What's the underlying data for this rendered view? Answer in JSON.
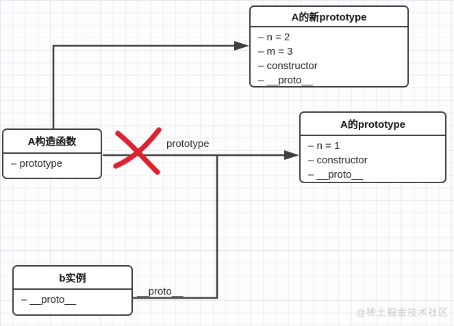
{
  "boxes": {
    "new_prototype": {
      "title": "A的新prototype",
      "items": [
        "– n = 2",
        "– m = 3",
        "– constructor",
        "– __proto__"
      ]
    },
    "prototype": {
      "title": "A的prototype",
      "items": [
        "– n = 1",
        "– constructor",
        "– __proto__"
      ]
    },
    "constructor_fn": {
      "title": "A构造函数",
      "items": [
        "– prototype"
      ]
    },
    "instance_b": {
      "title": "b实例",
      "items": [
        "– __proto__"
      ]
    }
  },
  "edge_labels": {
    "prototype": "prototype",
    "proto": "__proto__"
  },
  "watermark": "@稀土掘金技术社区",
  "colors": {
    "line": "#3e3e3e",
    "cross": "#dc2330",
    "text": "#1f1f1f",
    "watermark": "#c9c9cd"
  }
}
